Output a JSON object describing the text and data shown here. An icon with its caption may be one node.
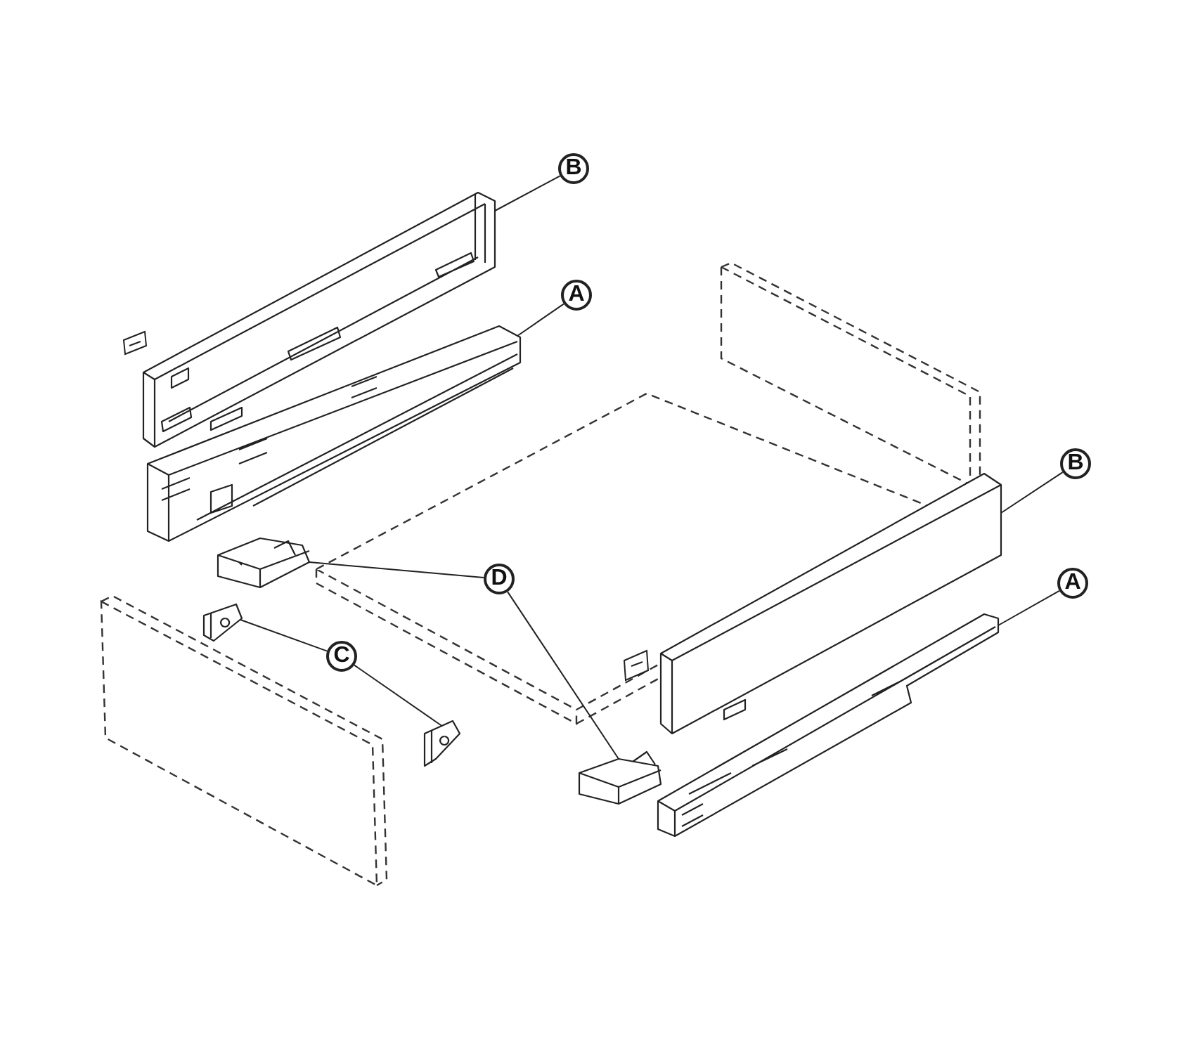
{
  "diagram": {
    "nodes": [
      {
        "text": [
          "B"
        ]
      },
      {
        "text": [
          "A"
        ]
      },
      {
        "text": [
          "B"
        ]
      },
      {
        "text": [
          "D"
        ]
      },
      {
        "text": [
          "A"
        ]
      },
      {
        "text": [
          "C"
        ]
      },
      {
        "text": [],
        "shape": "picture"
      },
      {
        "text": [],
        "shape": "picture"
      },
      {
        "text": [],
        "shape": "picture"
      },
      {
        "text": [],
        "shape": "picture"
      },
      {
        "text": [],
        "shape": "picture"
      },
      {
        "text": [],
        "shape": "picture"
      },
      {
        "text": [],
        "shape": "picture"
      },
      {
        "text": [],
        "shape": "picture"
      }
    ],
    "edges": [
      {
        "from": 0,
        "to": 6,
        "arrow": "none"
      },
      {
        "from": 1,
        "to": 7,
        "arrow": "none"
      },
      {
        "from": 2,
        "to": 11,
        "arrow": "none"
      },
      {
        "from": 3,
        "to": 8,
        "arrow": "none"
      },
      {
        "from": 3,
        "to": 12,
        "arrow": "none"
      },
      {
        "from": 4,
        "to": 13,
        "arrow": "none"
      },
      {
        "from": 5,
        "to": 9,
        "arrow": "none"
      },
      {
        "from": 5,
        "to": 10,
        "arrow": "none"
      }
    ]
  }
}
